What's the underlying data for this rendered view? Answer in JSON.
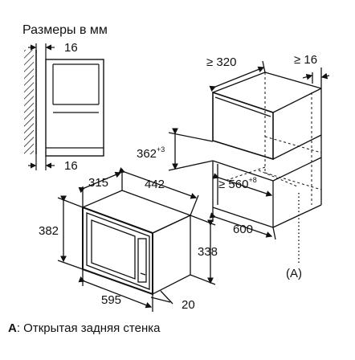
{
  "title": "Размеры в мм",
  "side_view": {
    "top_gap": "16",
    "bottom_gap": "16"
  },
  "cabinet": {
    "width_min_prefix": "≥",
    "width_min": "320",
    "side_gap_prefix": "≥",
    "side_gap": "16",
    "niche_height": "362",
    "niche_height_tol": "+3",
    "niche_width_prefix": "≥",
    "niche_width": "560",
    "niche_width_tol": "+8",
    "depth": "600",
    "marker": "(A)"
  },
  "appliance": {
    "depth": "315",
    "width_top": "442",
    "height": "382",
    "body_height": "338",
    "front_width": "595",
    "front_thickness": "20"
  },
  "legend": {
    "key": "A",
    "text": ": Открытая задняя стенка"
  }
}
